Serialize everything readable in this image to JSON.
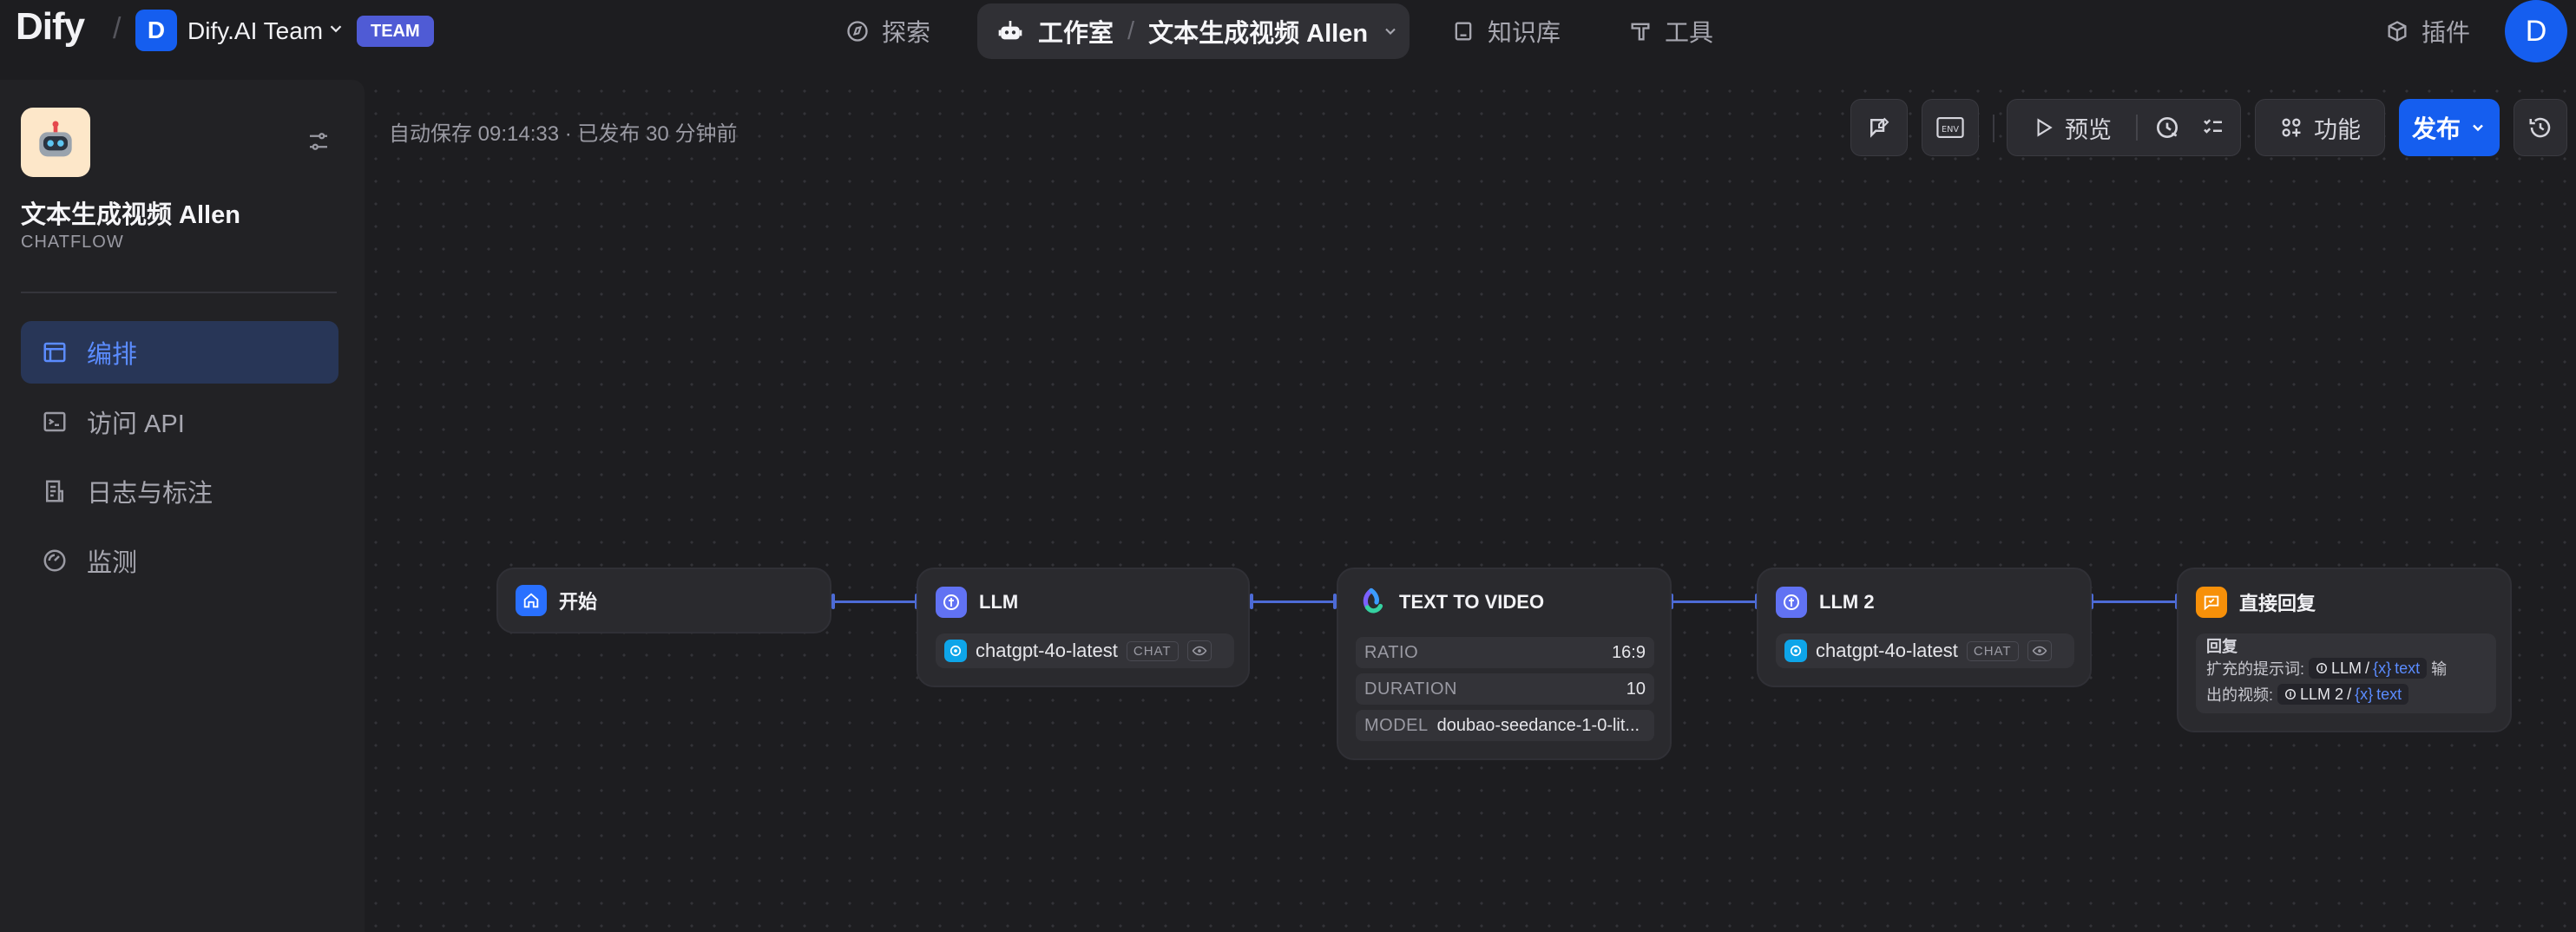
{
  "header": {
    "logo": "Dify",
    "workspace": {
      "initial": "D",
      "name": "Dify.AI Team",
      "badge": "TEAM"
    },
    "nav": {
      "explore": "探索",
      "studio": "工作室",
      "app_name": "文本生成视频 Allen",
      "knowledge": "知识库",
      "tools": "工具",
      "plugins": "插件"
    },
    "user_initial": "D"
  },
  "sidebar": {
    "app_name": "文本生成视频 Allen",
    "app_type": "CHATFLOW",
    "items": [
      {
        "label": "编排",
        "icon": "layout-icon",
        "active": true
      },
      {
        "label": "访问 API",
        "icon": "terminal-icon",
        "active": false
      },
      {
        "label": "日志与标注",
        "icon": "file-list-icon",
        "active": false
      },
      {
        "label": "监测",
        "icon": "gauge-icon",
        "active": false
      }
    ]
  },
  "toolbar": {
    "autosave": "自动保存 09:14:33 · 已发布 30 分钟前",
    "env_label": "ENV",
    "preview": "预览",
    "features": "功能",
    "publish": "发布"
  },
  "nodes": {
    "start": {
      "title": "开始"
    },
    "llm": {
      "title": "LLM",
      "model": "chatgpt-4o-latest",
      "mode": "CHAT"
    },
    "t2v": {
      "title": "TEXT TO VIDEO",
      "ratio_key": "RATIO",
      "ratio_val": "16:9",
      "duration_key": "DURATION",
      "duration_val": "10",
      "model_key": "MODEL",
      "model_val": "doubao-seedance-1-0-lit..."
    },
    "llm2": {
      "title": "LLM 2",
      "model": "chatgpt-4o-latest",
      "mode": "CHAT"
    },
    "answer": {
      "title": "直接回复",
      "label": "回复",
      "line1_prefix": "扩充的提示词:",
      "line1_chip_node": "LLM",
      "line1_chip_var": "text",
      "line1_suffix": "输",
      "line2_prefix": "出的视频:",
      "line2_chip_node": "LLM 2",
      "line2_chip_var": "text",
      "var_symbol": "{x}"
    }
  },
  "colors": {
    "accent": "#155eef",
    "edge": "#4d6bd6",
    "answer_icon": "#f79009",
    "llm_icon": "#6172f3"
  }
}
